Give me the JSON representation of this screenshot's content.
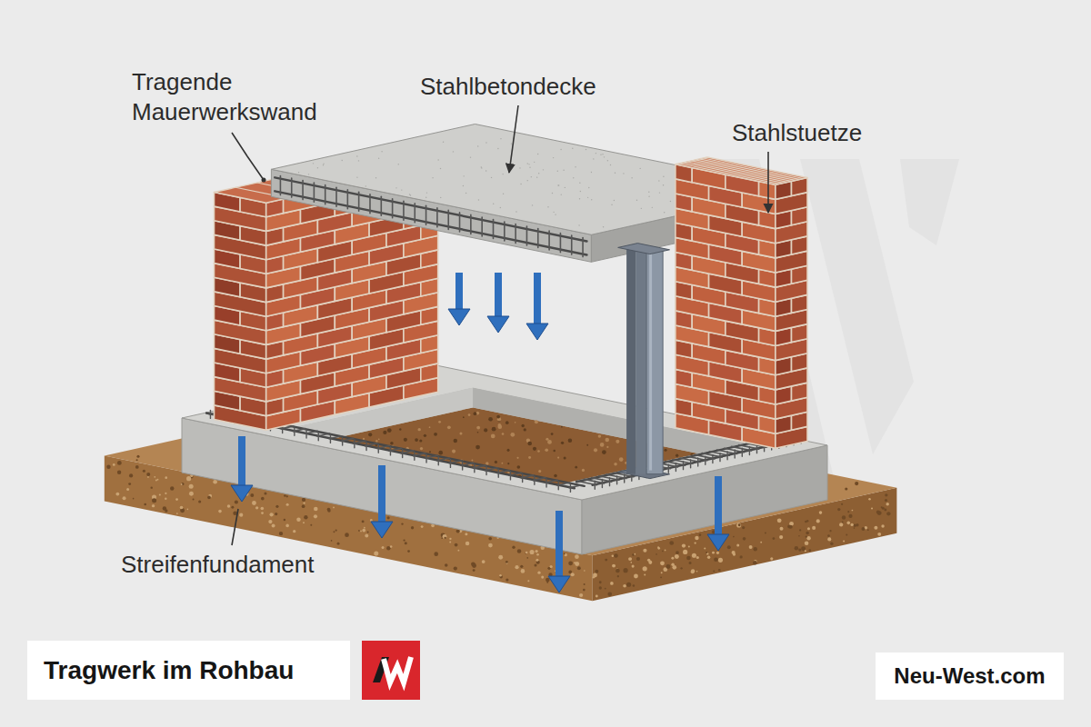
{
  "diagram": {
    "title": "Tragwerk im Rohbau",
    "nodes": [
      {
        "text": [
          "Neu-West.com"
        ]
      }
    ],
    "labels": [
      "Tragende Mauerwerkswand",
      "Stahlbetondecke",
      "Stahlstuetze",
      "Streifenfundament"
    ]
  }
}
